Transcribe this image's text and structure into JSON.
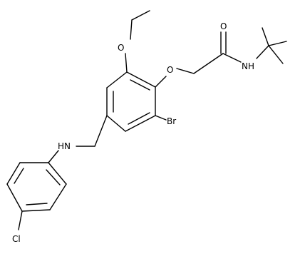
{
  "molecule": {
    "atom_labels": {
      "oxygen_ether": "O",
      "oxygen_phenoxy": "O",
      "oxygen_carbonyl": "O",
      "amide_nitrogen": "NH",
      "amine_nitrogen": "HN",
      "bromine": "Br",
      "chlorine": "Cl"
    },
    "colors": {
      "bond": "#000000",
      "label": "#000000",
      "background": "#ffffff"
    }
  }
}
